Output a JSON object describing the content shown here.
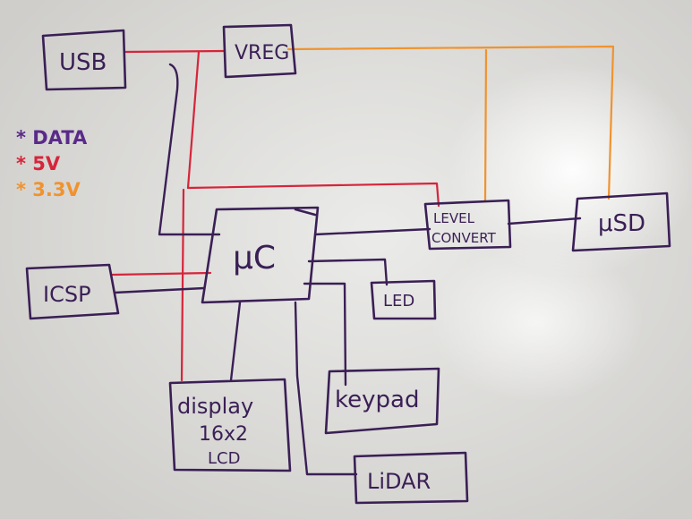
{
  "legend": [
    {
      "marker": "*",
      "label": "DATA",
      "color": "#5a2a8a"
    },
    {
      "marker": "*",
      "label": "5V",
      "color": "#d6253a"
    },
    {
      "marker": "*",
      "label": "3.3V",
      "color": "#f0932e"
    }
  ],
  "blocks": {
    "usb": "USB",
    "vreg": "VREG",
    "level_convert_line1": "LEVEL",
    "level_convert_line2": "CONVERT",
    "usd": "μSD",
    "icsp": "ICSP",
    "uc": "μC",
    "led": "LED",
    "display_line1": "display",
    "display_line2": "16x2",
    "display_line3": "LCD",
    "keypad": "keypad",
    "lidar": "LiDAR"
  },
  "colors": {
    "data": "#3a1f55",
    "v5": "#d6253a",
    "v33": "#f0932e"
  }
}
